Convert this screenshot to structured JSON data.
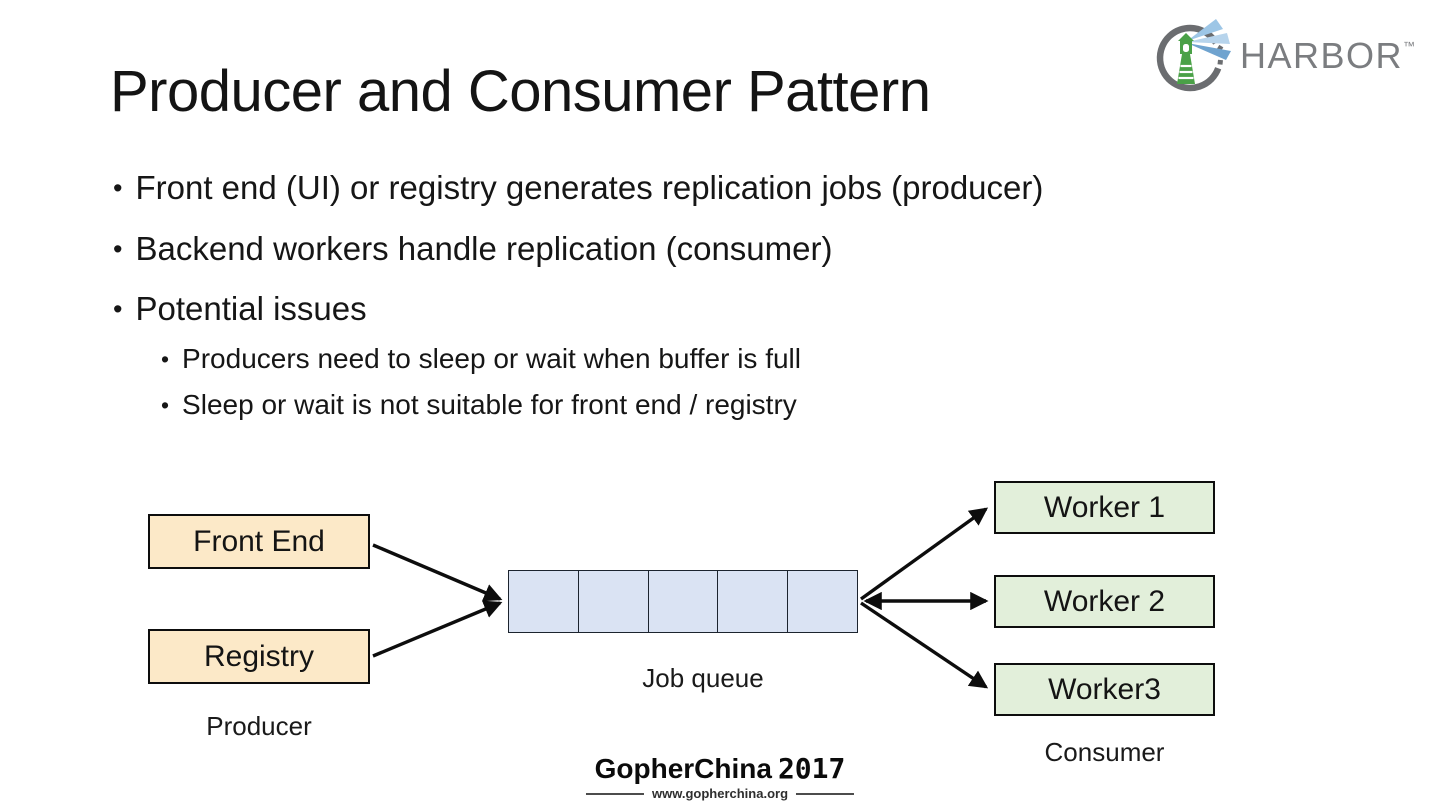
{
  "slide": {
    "title": "Producer and Consumer Pattern",
    "bullet_glyph": "•",
    "bullets": [
      "Front end (UI) or registry generates replication jobs (producer)",
      "Backend workers handle replication (consumer)",
      "Potential issues"
    ],
    "sub_bullets": [
      "Producers need to sleep or wait when buffer is full",
      "Sleep or wait is not suitable for front end / registry"
    ]
  },
  "logo": {
    "brand": "HARBOR",
    "trademark": "™",
    "colors": {
      "ring_gray": "#6b6d70",
      "text_gray": "#7b7d80",
      "lighthouse_green": "#4aa147",
      "beam_blue_light": "#b7d4ec",
      "beam_blue_mid": "#9dc6e6",
      "beam_blue_dark": "#6fa3cf"
    }
  },
  "diagram": {
    "producers": [
      {
        "label": "Front End"
      },
      {
        "label": "Registry"
      }
    ],
    "producer_group_label": "Producer",
    "queue_label": "Job queue",
    "queue_cells": 5,
    "workers": [
      {
        "label": "Worker 1"
      },
      {
        "label": "Worker 2"
      },
      {
        "label": "Worker3"
      }
    ],
    "consumer_group_label": "Consumer",
    "colors": {
      "producer_fill": "#fce9c8",
      "queue_fill": "#dae3f3",
      "worker_fill": "#e2efda",
      "arrow": "#0d0d0d"
    }
  },
  "footer": {
    "brand": "GopherChina",
    "year": "2017",
    "url": "www.gopherchina.org"
  }
}
